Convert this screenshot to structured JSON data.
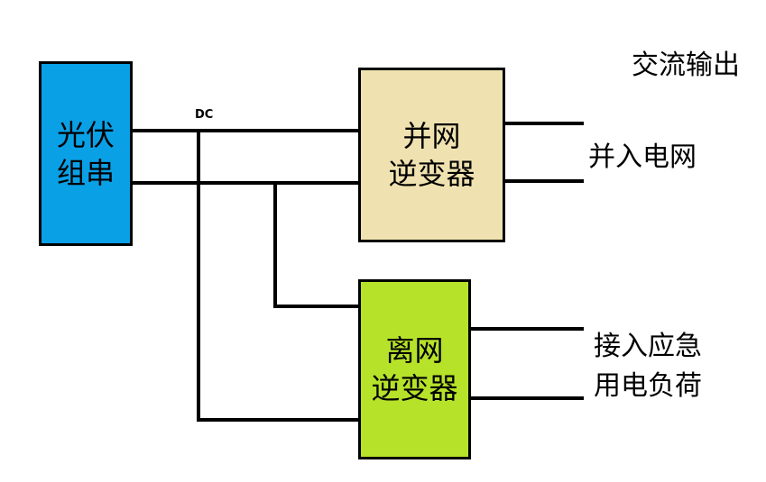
{
  "colors": {
    "pv_box": "#0aa0e6",
    "grid_inverter_box": "#f0e2b0",
    "offgrid_inverter_box": "#b6e22a",
    "line": "#000000"
  },
  "pv_string": {
    "line1": "光伏",
    "line2": "组串"
  },
  "dc_label": "DC",
  "grid_inverter": {
    "line1": "并网",
    "line2": "逆变器"
  },
  "offgrid_inverter": {
    "line1": "离网",
    "line2": "逆变器"
  },
  "ac_output_label": "交流输出",
  "grid_output_label": "并入电网",
  "load_output": {
    "line1": "接入应急",
    "line2": "用电负荷"
  }
}
